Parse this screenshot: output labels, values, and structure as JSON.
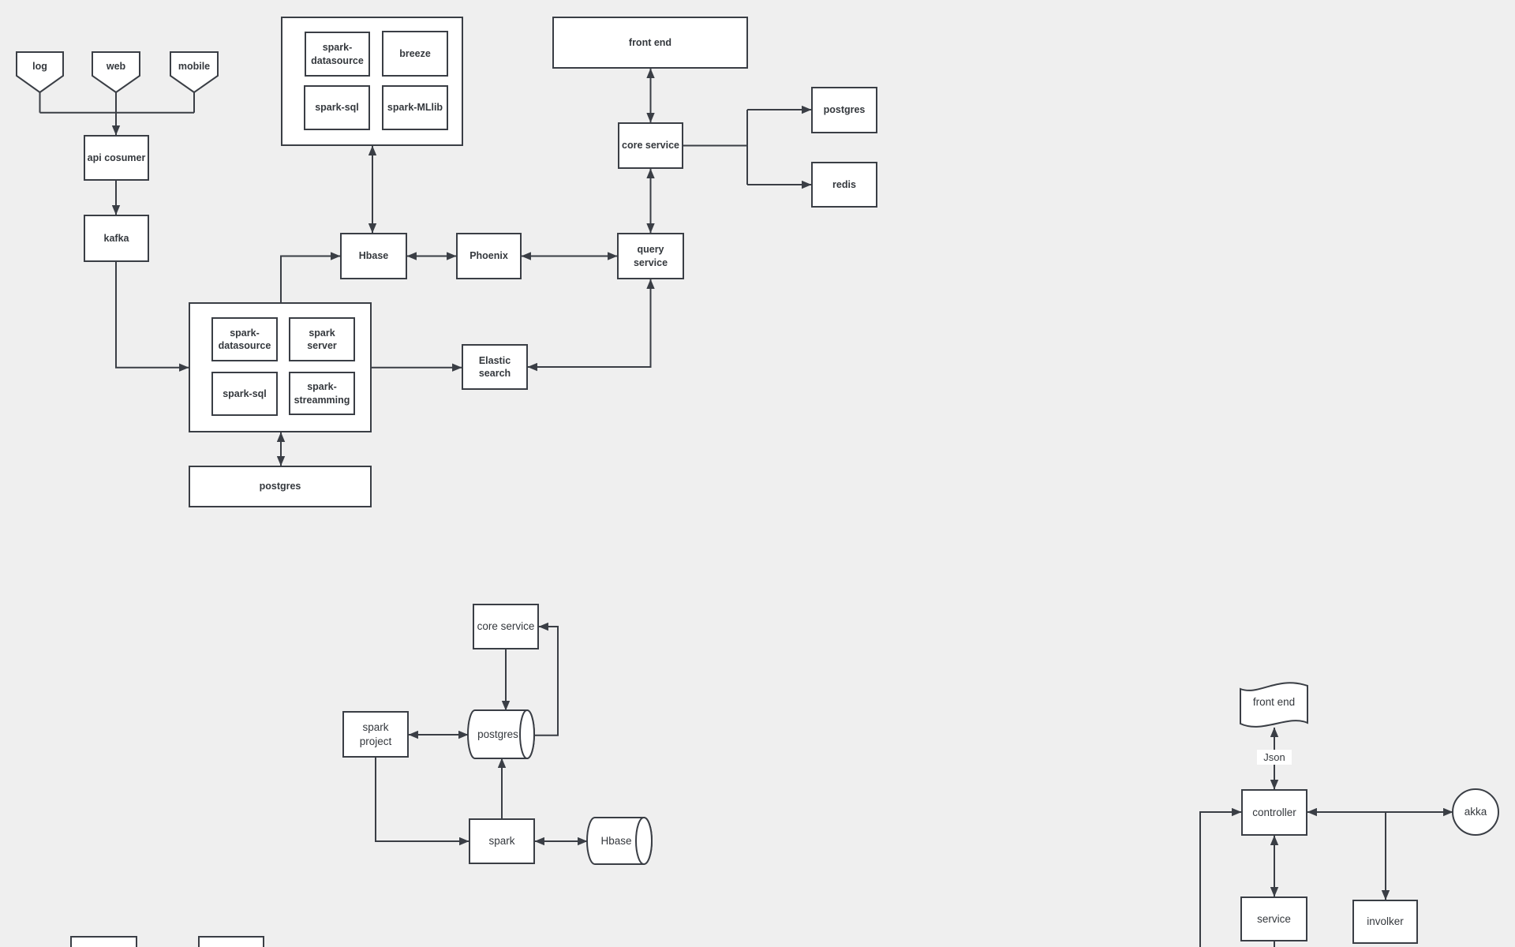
{
  "colors": {
    "background": "#efefef",
    "node_fill": "#ffffff",
    "stroke": "#3a3e45",
    "text": "#34383d"
  },
  "diagram1": {
    "sources": {
      "log": "log",
      "web": "web",
      "mobile": "mobile"
    },
    "api_consumer": "api cosumer",
    "kafka": "kafka",
    "spark_group_top": {
      "items": [
        "spark-\ndatasource",
        "breeze",
        "spark-sql",
        "spark-MLlib"
      ]
    },
    "front_end": "front end",
    "core_service": "core service",
    "postgres": "postgres",
    "redis": "redis",
    "hbase": "Hbase",
    "phoenix": "Phoenix",
    "query_service": "query\nservice",
    "spark_group_bottom": {
      "items": [
        "spark-\ndatasource",
        "spark\nserver",
        "spark-sql",
        "spark-\nstreamming"
      ]
    },
    "elastic_search": "Elastic\nsearch",
    "postgres_bottom": "postgres"
  },
  "diagram2": {
    "core_service": "core service",
    "postgres": "postgres",
    "spark_project": "spark\nproject",
    "spark": "spark",
    "hbase": "Hbase"
  },
  "diagram3": {
    "front_end": "front end",
    "json_label": "Json",
    "controller": "controller",
    "akka": "akka",
    "service": "service",
    "involker": "involker"
  }
}
